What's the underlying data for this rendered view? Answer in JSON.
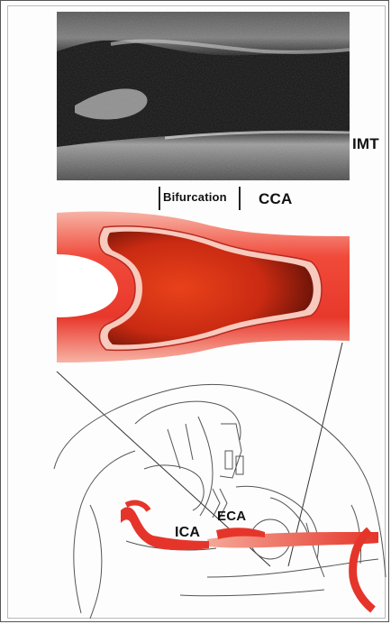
{
  "labels": {
    "imt": "IMT",
    "bifurcation": "Bifurcation",
    "cca": "CCA",
    "ica": "ICA",
    "eca": "ECA"
  }
}
